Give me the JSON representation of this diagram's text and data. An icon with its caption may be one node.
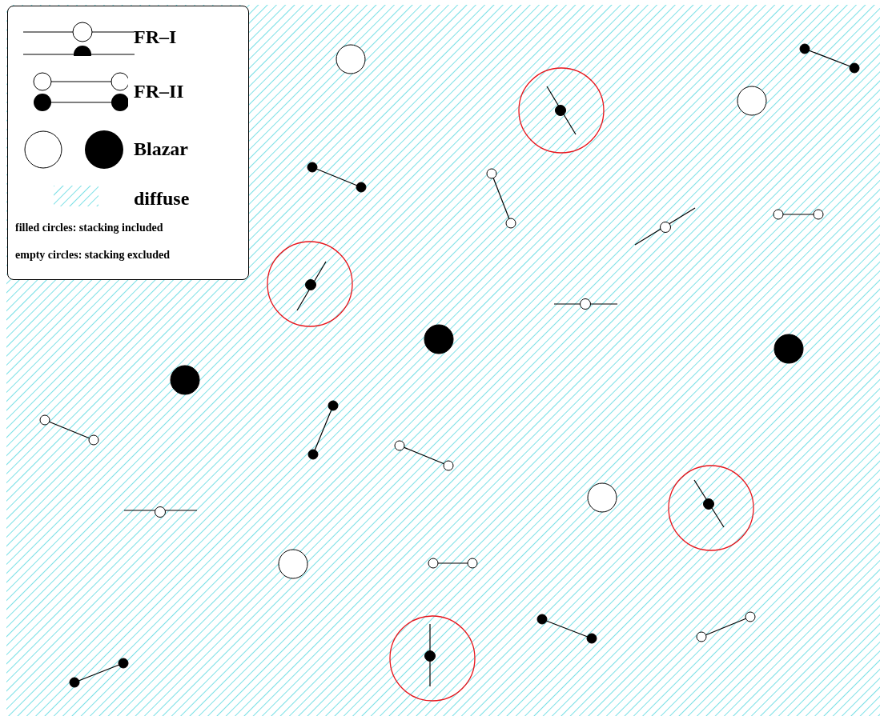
{
  "diagram": {
    "labels": [
      "filled circles: stacking included",
      "empty circles: stacking excluded"
    ],
    "legend": [
      {
        "text": "FR–I"
      },
      {
        "text": "FR–II"
      },
      {
        "text": "Blazar"
      },
      {
        "text": "diffuse"
      }
    ]
  }
}
